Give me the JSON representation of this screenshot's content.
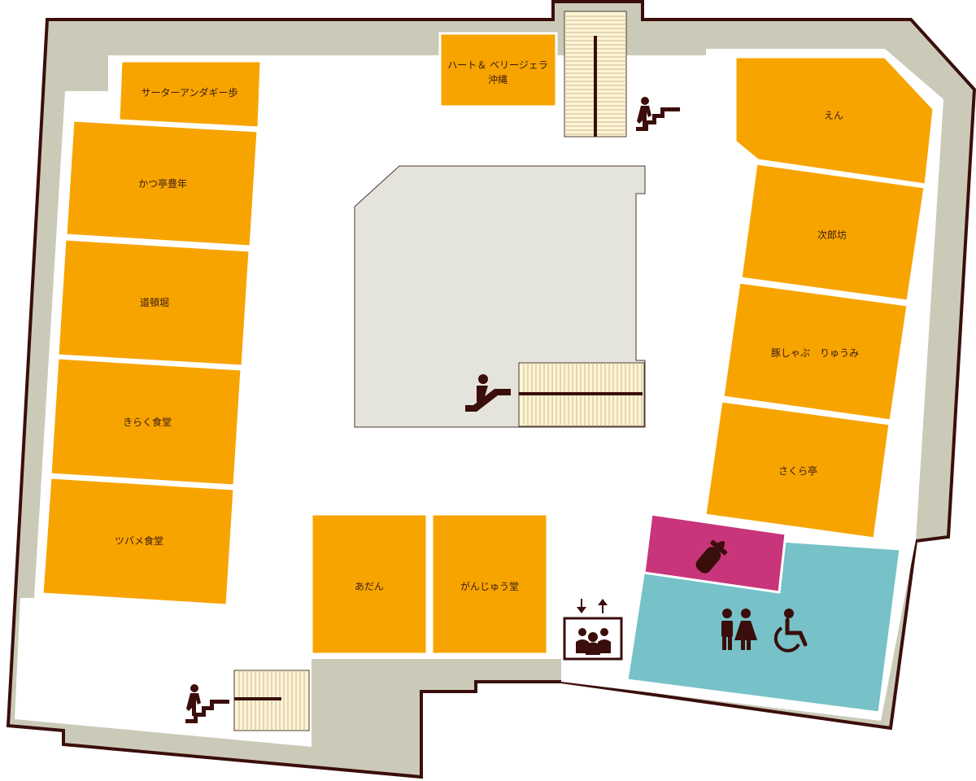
{
  "colors": {
    "outline": "#3a0e0b",
    "corridor_floor": "#ffffff",
    "back_area": "#cbcab8",
    "center_block": "#e4e3dc",
    "shop": "#f7a400",
    "restroom": "#76c2c8",
    "nursing_room": "#c8357a",
    "stairs": "#fdf4d4",
    "icon": "#3a0e0b"
  },
  "shops": {
    "saataa_andagi": "サーターアンダギー歩",
    "hart_berry": "ハート＆ ベリージェラ",
    "hart_berry_line2": "沖縄",
    "katsutei": "かつ亭豊年",
    "dotonbori": "道頓堀",
    "kiraku": "きらく食堂",
    "tsubame": "ツバメ食堂",
    "en": "えん",
    "jiroubou": "次郎坊",
    "butashabu": "豚しゃぶ　りゅうみ",
    "sakuratei": "さくら亭",
    "adan": "あだん",
    "ganjuudou": "がんじゅう堂"
  },
  "facilities": {
    "stairs_top_icon": "stairs-up-icon",
    "stairs_bottom_icon": "stairs-up-icon",
    "escalator_icon": "escalator-icon",
    "elevator_icon": "elevator-icon",
    "nursing_icon": "baby-bottle-icon",
    "restroom_icon": "restroom-icon",
    "accessible_icon": "wheelchair-icon"
  }
}
